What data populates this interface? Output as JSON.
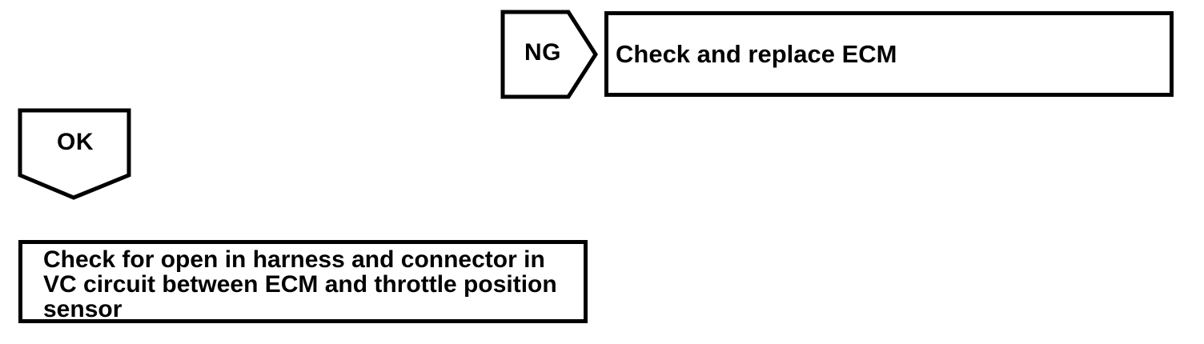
{
  "colors": {
    "ink": "#000000",
    "paper": "#ffffff"
  },
  "flowchart": {
    "ng_connector": {
      "label": "NG"
    },
    "ok_connector": {
      "label": "OK"
    },
    "ecm_box": {
      "text": "Check and replace ECM"
    },
    "vc_box": {
      "lines": [
        "Check for open in harness and connector in",
        "VC circuit between ECM and throttle position",
        "sensor"
      ]
    }
  }
}
